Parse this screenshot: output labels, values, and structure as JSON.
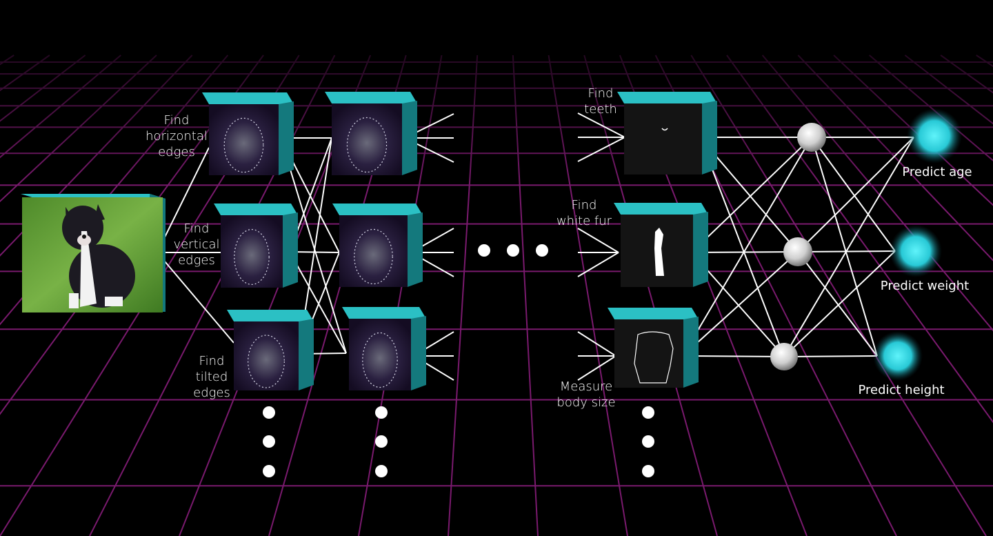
{
  "colors": {
    "background": "#000000",
    "grid": "#7a1a6e",
    "cube_top": "#2bc0c4",
    "cube_side": "#14797d",
    "output_glow": "#35e4ee",
    "connection": "#ffffff"
  },
  "input_image": {
    "subject": "dog photo",
    "icon": "dog-photo"
  },
  "layer1_labels": [
    {
      "lines": [
        "Find",
        "horizontal",
        "edges"
      ]
    },
    {
      "lines": [
        "Find",
        "vertical",
        "edges"
      ]
    },
    {
      "lines": [
        "Find",
        "tilted",
        "edges"
      ]
    }
  ],
  "late_layer_labels": [
    {
      "lines": [
        "Find",
        "teeth"
      ]
    },
    {
      "lines": [
        "Find",
        "white fur"
      ]
    },
    {
      "lines": [
        "Measure",
        "body size"
      ]
    }
  ],
  "outputs": [
    {
      "label": "Predict age"
    },
    {
      "label": "Predict weight"
    },
    {
      "label": "Predict height"
    }
  ]
}
